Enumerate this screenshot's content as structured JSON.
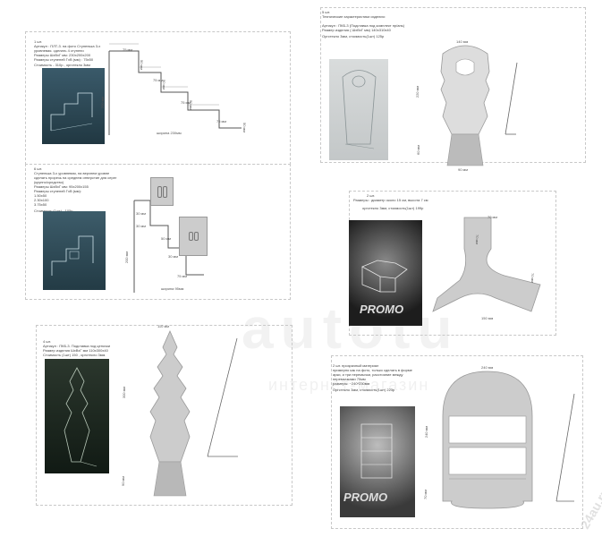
{
  "sections": {
    "s1": {
      "heading": "1 шт.",
      "desc": "Артикул : ПЛТ-3. на фото Ступенька 3-х\nуровневая. сделать 4 ступени\nРазмеры ШхВхГ мм: 230х200х200\nРазмеры ступеней ГхВ (мм) : 75х50",
      "price": "Стоимость - 310р., оргстекло 3мм",
      "dims": {
        "w1": "75 мм",
        "h1": "50 мм",
        "w2": "75 мм",
        "h2": "50 мм",
        "w3": "75 мм",
        "h3": "50 мм",
        "w4": "75 мм",
        "h4": "50 мм",
        "total": "200 мм",
        "depth": "ширина 230мм"
      }
    },
    "s2": {
      "heading": "5 шт.",
      "desc": "Технические характеристики изделия:\n\nАртикул : ПКБ-3 (Подставка под комплект пр/ань)\nРазмер изделия ( ШхВхГ мм) 140х310х40",
      "price": "Оргстекло 3мм, стоимость(1шт) 125р",
      "dims": {
        "top": "140 мм",
        "height": "220 мм",
        "base": "90 мм",
        "base_h": "60 мм"
      }
    },
    "s3": {
      "heading": "6 шт.",
      "desc": "Ступенька 3-х уровневая, на верхнем уровне\nсделать прорезь на среднем отверстие для серег\n(крупно/средство)\nРазмеры ШхВхГ мм: 95х200х155\nРазмеры ступеней ГхВ (мм):\n1.50х50\n2.30х100\n3.75х50",
      "price": "Стоимость (1шт) - 105р.",
      "dims": {
        "a": "30 мм",
        "b": "30 мм",
        "c": "50 мм",
        "d": "30 мм",
        "e": "75 мм",
        "total": "200 мм",
        "width": "ширина 95мм"
      }
    },
    "s4": {
      "heading": "2 шт.",
      "desc": "Размеры : диаметр около 15 см, высота 7 см",
      "price": "оргстекло 3мм, стоимость(1шт) 199р",
      "dims": {
        "a": "70 мм",
        "b": "70 мм",
        "c": "150 мм",
        "d": "70 мм"
      },
      "logo": "PROMO"
    },
    "s5": {
      "heading": "4 шт.",
      "desc": "Артикул : ПКБ-3. Подставка под цепочки\nРазмер изделия  ШхВхГ мм 110х300х40",
      "price": "Стоимость (1шт) 150 , оргстекло 3мм.",
      "dims": {
        "top": "110 мм",
        "height": "300 мм",
        "base": "90 мм"
      }
    },
    "s6": {
      "heading": "2 шт. прозрачный материал",
      "desc": "примерно как на фото, только сделать в форме\nарки, и три перемычки, расстояние между\nперемычками 70мм\nразмеры: ~240*230мм",
      "price": "Оргстекло 3мм, стоимость(1шт) 223р",
      "dims": {
        "top": "240 мм",
        "height": "240 мм",
        "base": "70 мм"
      },
      "logo": "PROMO"
    }
  },
  "watermark": {
    "main": "autotu",
    "sub": "интернет-магазин",
    "side": "24au.ru"
  }
}
